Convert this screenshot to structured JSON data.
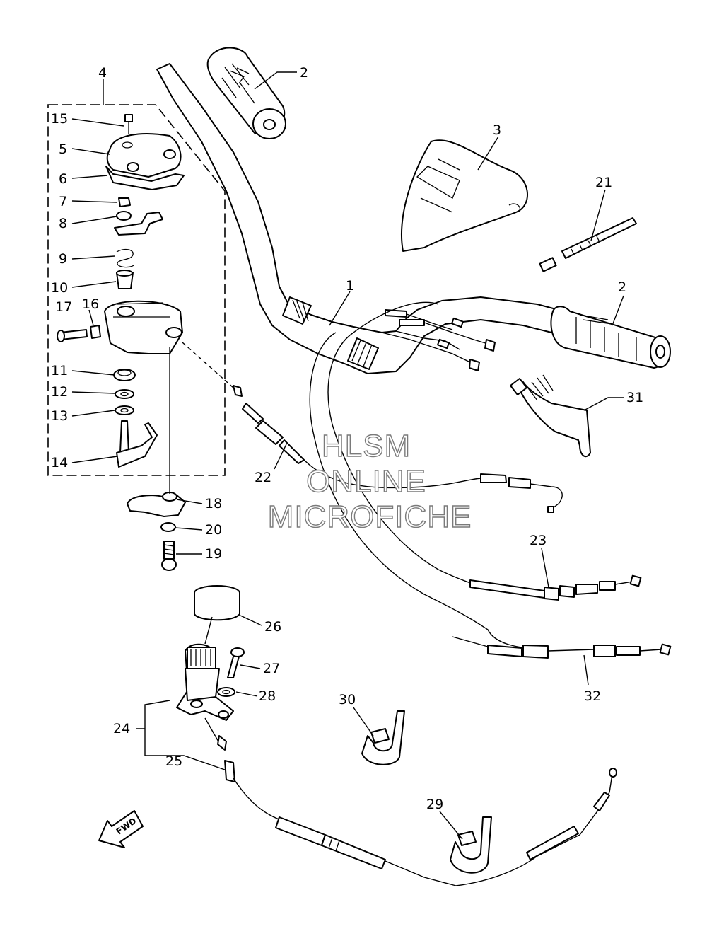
{
  "callouts": {
    "c1": "1",
    "c2a": "2",
    "c2b": "2",
    "c3": "3",
    "c4": "4",
    "c5": "5",
    "c6": "6",
    "c7": "7",
    "c8": "8",
    "c9": "9",
    "c10": "10",
    "c11": "11",
    "c12": "12",
    "c13": "13",
    "c14": "14",
    "c15": "15",
    "c16": "16",
    "c17": "17",
    "c18": "18",
    "c19": "19",
    "c20": "20",
    "c21": "21",
    "c22": "22",
    "c23": "23",
    "c24": "24",
    "c25": "25",
    "c26": "26",
    "c27": "27",
    "c28": "28",
    "c29": "29",
    "c30": "30",
    "c31": "31",
    "c32": "32"
  },
  "watermark": {
    "line1": "HLSM",
    "line2": "ONLINE",
    "line3": "MICROFICHE"
  },
  "direction_arrow": {
    "label": "FWD",
    "icon": "fwd-arrow-icon"
  }
}
